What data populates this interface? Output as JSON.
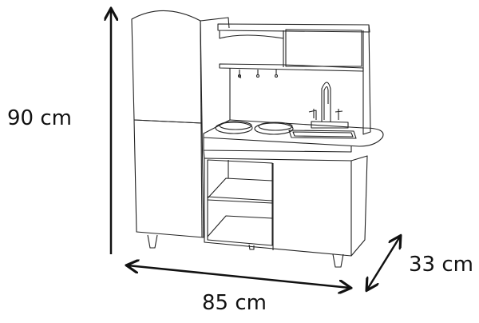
{
  "diagram": {
    "subject": "Toy kitchen playset",
    "style": "black line drawing on white background",
    "colors": {
      "line": "#222222",
      "arrow": "#111111",
      "background": "#ffffff"
    },
    "dimensions": {
      "height": {
        "label": "90 cm",
        "value": 90,
        "unit": "cm",
        "direction": "vertical"
      },
      "width": {
        "label": "85 cm",
        "value": 85,
        "unit": "cm",
        "direction": "horizontal"
      },
      "depth": {
        "label": "33 cm",
        "value": 33,
        "unit": "cm",
        "direction": "diagonal"
      }
    },
    "parts": [
      "tall fridge cabinet with arched top and two doors",
      "upper shelf unit with cabinet door",
      "lower shelf with three hooks",
      "two round stove burners",
      "sink with faucet and two cross handles",
      "rounded countertop",
      "open shelving compartment",
      "lower cabinet door",
      "four tapered legs"
    ]
  }
}
